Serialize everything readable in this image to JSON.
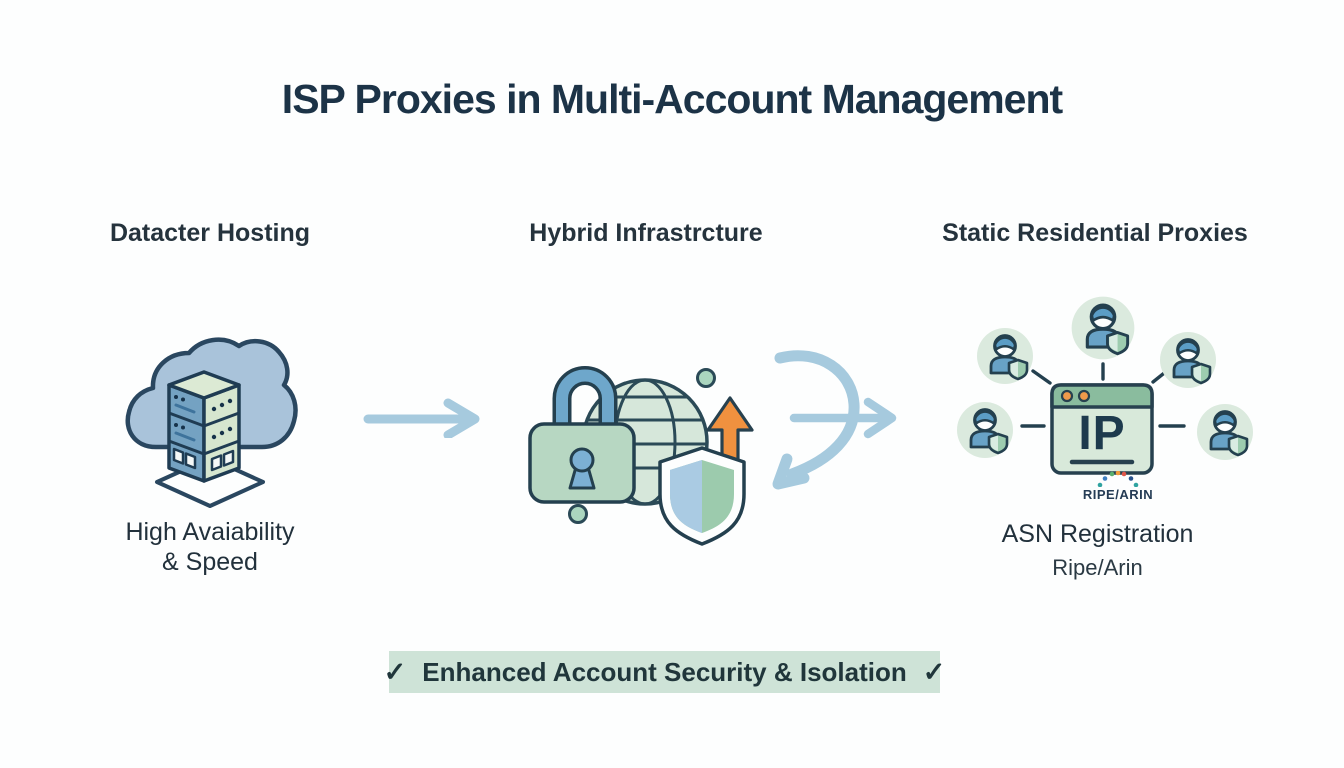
{
  "title": "ISP Proxies in Multi-Account Management",
  "columns": [
    {
      "header": "Datacter Hosting",
      "icon": "cloud-server-icon",
      "caption_line1": "High Avaiability",
      "caption_line2": "& Speed"
    },
    {
      "header": "Hybrid Infrastrcture",
      "icon": "lock-globe-shield-icon"
    },
    {
      "header": "Static Residential Proxies",
      "icon": "ip-network-icon",
      "ip_label": "IP",
      "registry_logo": "RIPE/ARIN",
      "caption_line1": "ASN Registration",
      "caption_line2": "Ripe/Arin"
    }
  ],
  "banner": {
    "check": "✓",
    "label": "Enhanced Account Security & Isolation"
  },
  "icons": [
    "cloud-server-icon",
    "right-arrow-icon",
    "padlock-icon",
    "globe-icon",
    "shield-icon",
    "up-arrow-icon",
    "curved-arrow-icon",
    "avatar-shield-icon",
    "ip-window-icon",
    "ripe-arin-arc-icon",
    "check-icon"
  ],
  "colors": {
    "background": "#fdfefe",
    "title_text": "#1c3347",
    "outline_dark": "#24404f",
    "cloud_blue": "#a9c3da",
    "server_left": "#74a2c2",
    "server_right": "#d6e6cf",
    "server_top": "#dcead4",
    "lock_green": "#b7d7c2",
    "shackle_blue": "#6ea7cb",
    "globe_green": "#d6e7da",
    "shield_blue": "#aacbe3",
    "shield_green": "#9ccbad",
    "arrow_orange": "#f0913f",
    "flow_arrow_blue": "#a6cade",
    "avatar_circle": "#dbeade",
    "avatar_blue": "#68a2c6",
    "window_header_green": "#8abc9e",
    "window_body_green": "#d8e9da",
    "window_dot_orange": "#ef9a4b",
    "banner_green": "#cee3d7",
    "banner_text": "#20363b"
  }
}
